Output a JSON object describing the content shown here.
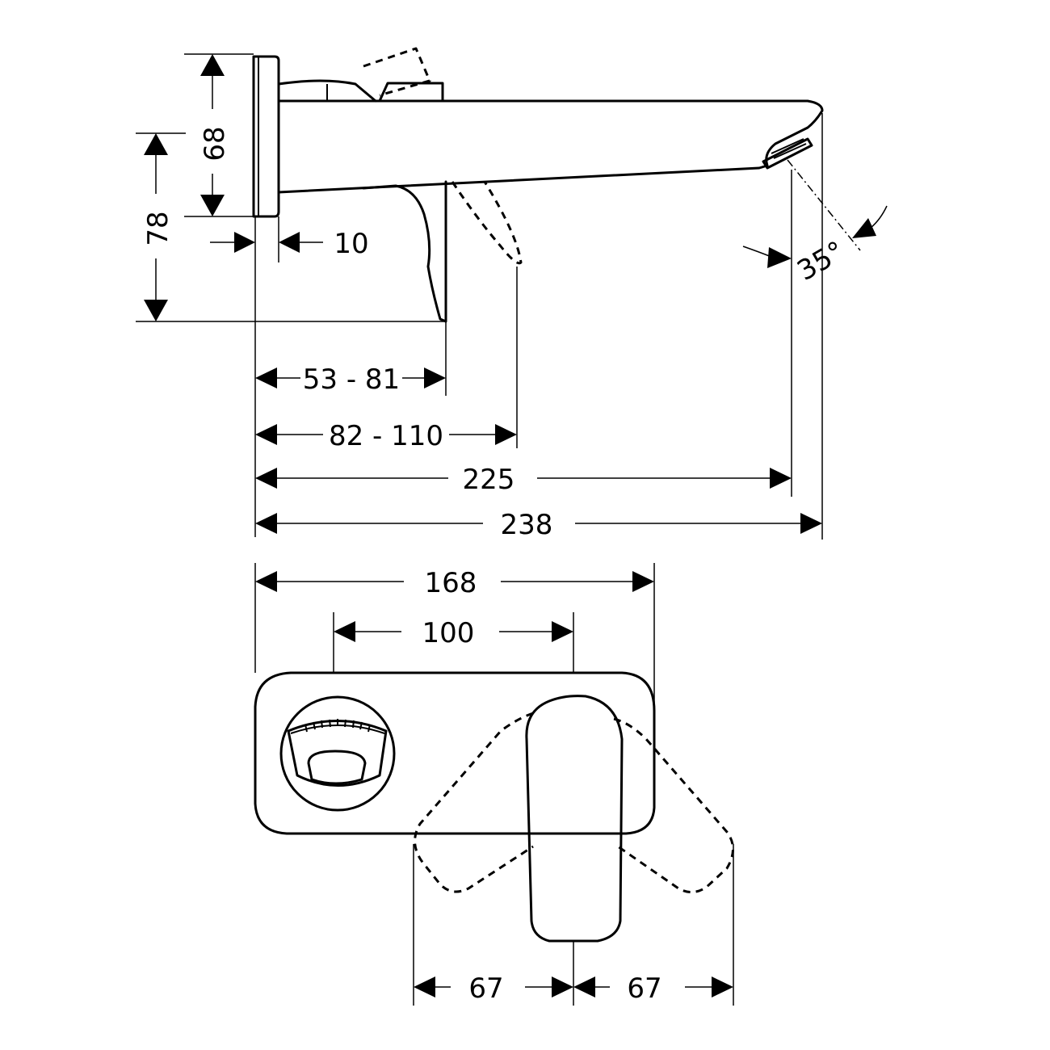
{
  "side_view": {
    "dimensions": {
      "height_68": "68",
      "height_78": "78",
      "plate_10": "10",
      "lever_53_81": "53 - 81",
      "lever_82_110": "82 - 110",
      "spout_225": "225",
      "spout_238": "238",
      "angle_35": "35°"
    }
  },
  "front_view": {
    "dimensions": {
      "width_168": "168",
      "width_100": "100",
      "swing_left_67": "67",
      "swing_right_67": "67"
    }
  }
}
